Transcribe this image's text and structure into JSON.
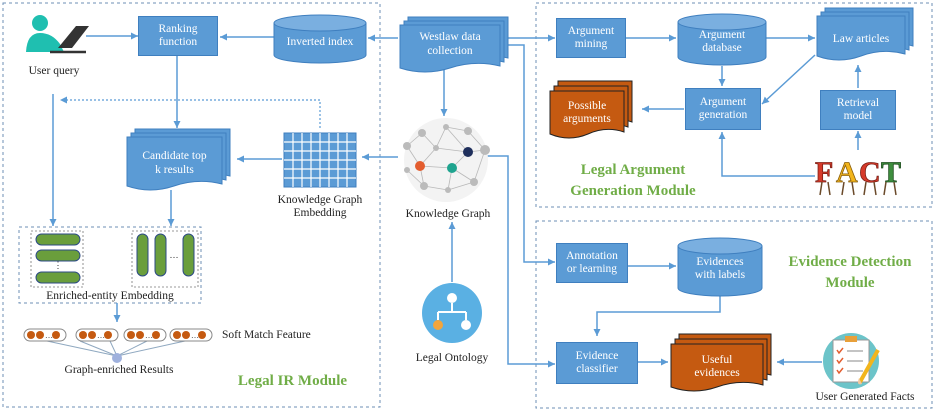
{
  "modules": {
    "ir": "Legal IR Module",
    "argument_line1": "Legal Argument",
    "argument_line2": "Generation Module",
    "evidence_line1": "Evidence Detection",
    "evidence_line2": "Module"
  },
  "nodes": {
    "user_query": "User query",
    "ranking_line1": "Ranking",
    "ranking_line2": "function",
    "inverted_index": "Inverted index",
    "westlaw_line1": "Westlaw data",
    "westlaw_line2": "collection",
    "candidate_line1": "Candidate top",
    "candidate_line2": "k results",
    "kg_embedding_line1": "Knowledge Graph",
    "kg_embedding_line2": "Embedding",
    "knowledge_graph": "Knowledge Graph",
    "legal_ontology": "Legal Ontology",
    "enriched_embedding": "Enriched-entity Embedding",
    "soft_match": "Soft Match Feature",
    "graph_enriched": "Graph-enriched Results",
    "argument_mining_line1": "Argument",
    "argument_mining_line2": "mining",
    "argument_db_line1": "Argument",
    "argument_db_line2": "database",
    "law_articles": "Law articles",
    "possible_args_line1": "Possible",
    "possible_args_line2": "arguments",
    "argument_gen_line1": "Argument",
    "argument_gen_line2": "generation",
    "retrieval_line1": "Retrieval",
    "retrieval_line2": "model",
    "fact_logo": "FACT",
    "annotation_line1": "Annotation",
    "annotation_line2": "or learning",
    "evidences_line1": "Evidences",
    "evidences_line2": "with labels",
    "classifier_line1": "Evidence",
    "classifier_line2": "classifier",
    "useful_line1": "Useful",
    "useful_line2": "evidences",
    "user_facts": "User Generated Facts"
  },
  "icons": [
    "user-laptop-icon",
    "ontology-tree-icon",
    "knowledge-graph-network-icon",
    "fact-logo-icon",
    "checklist-pencil-icon"
  ],
  "colors": {
    "box": "#5b9bd5",
    "box_border": "#3f7fbf",
    "orange": "#c55a11",
    "module_green": "#70ad47",
    "arrow": "#5b9bd5"
  }
}
